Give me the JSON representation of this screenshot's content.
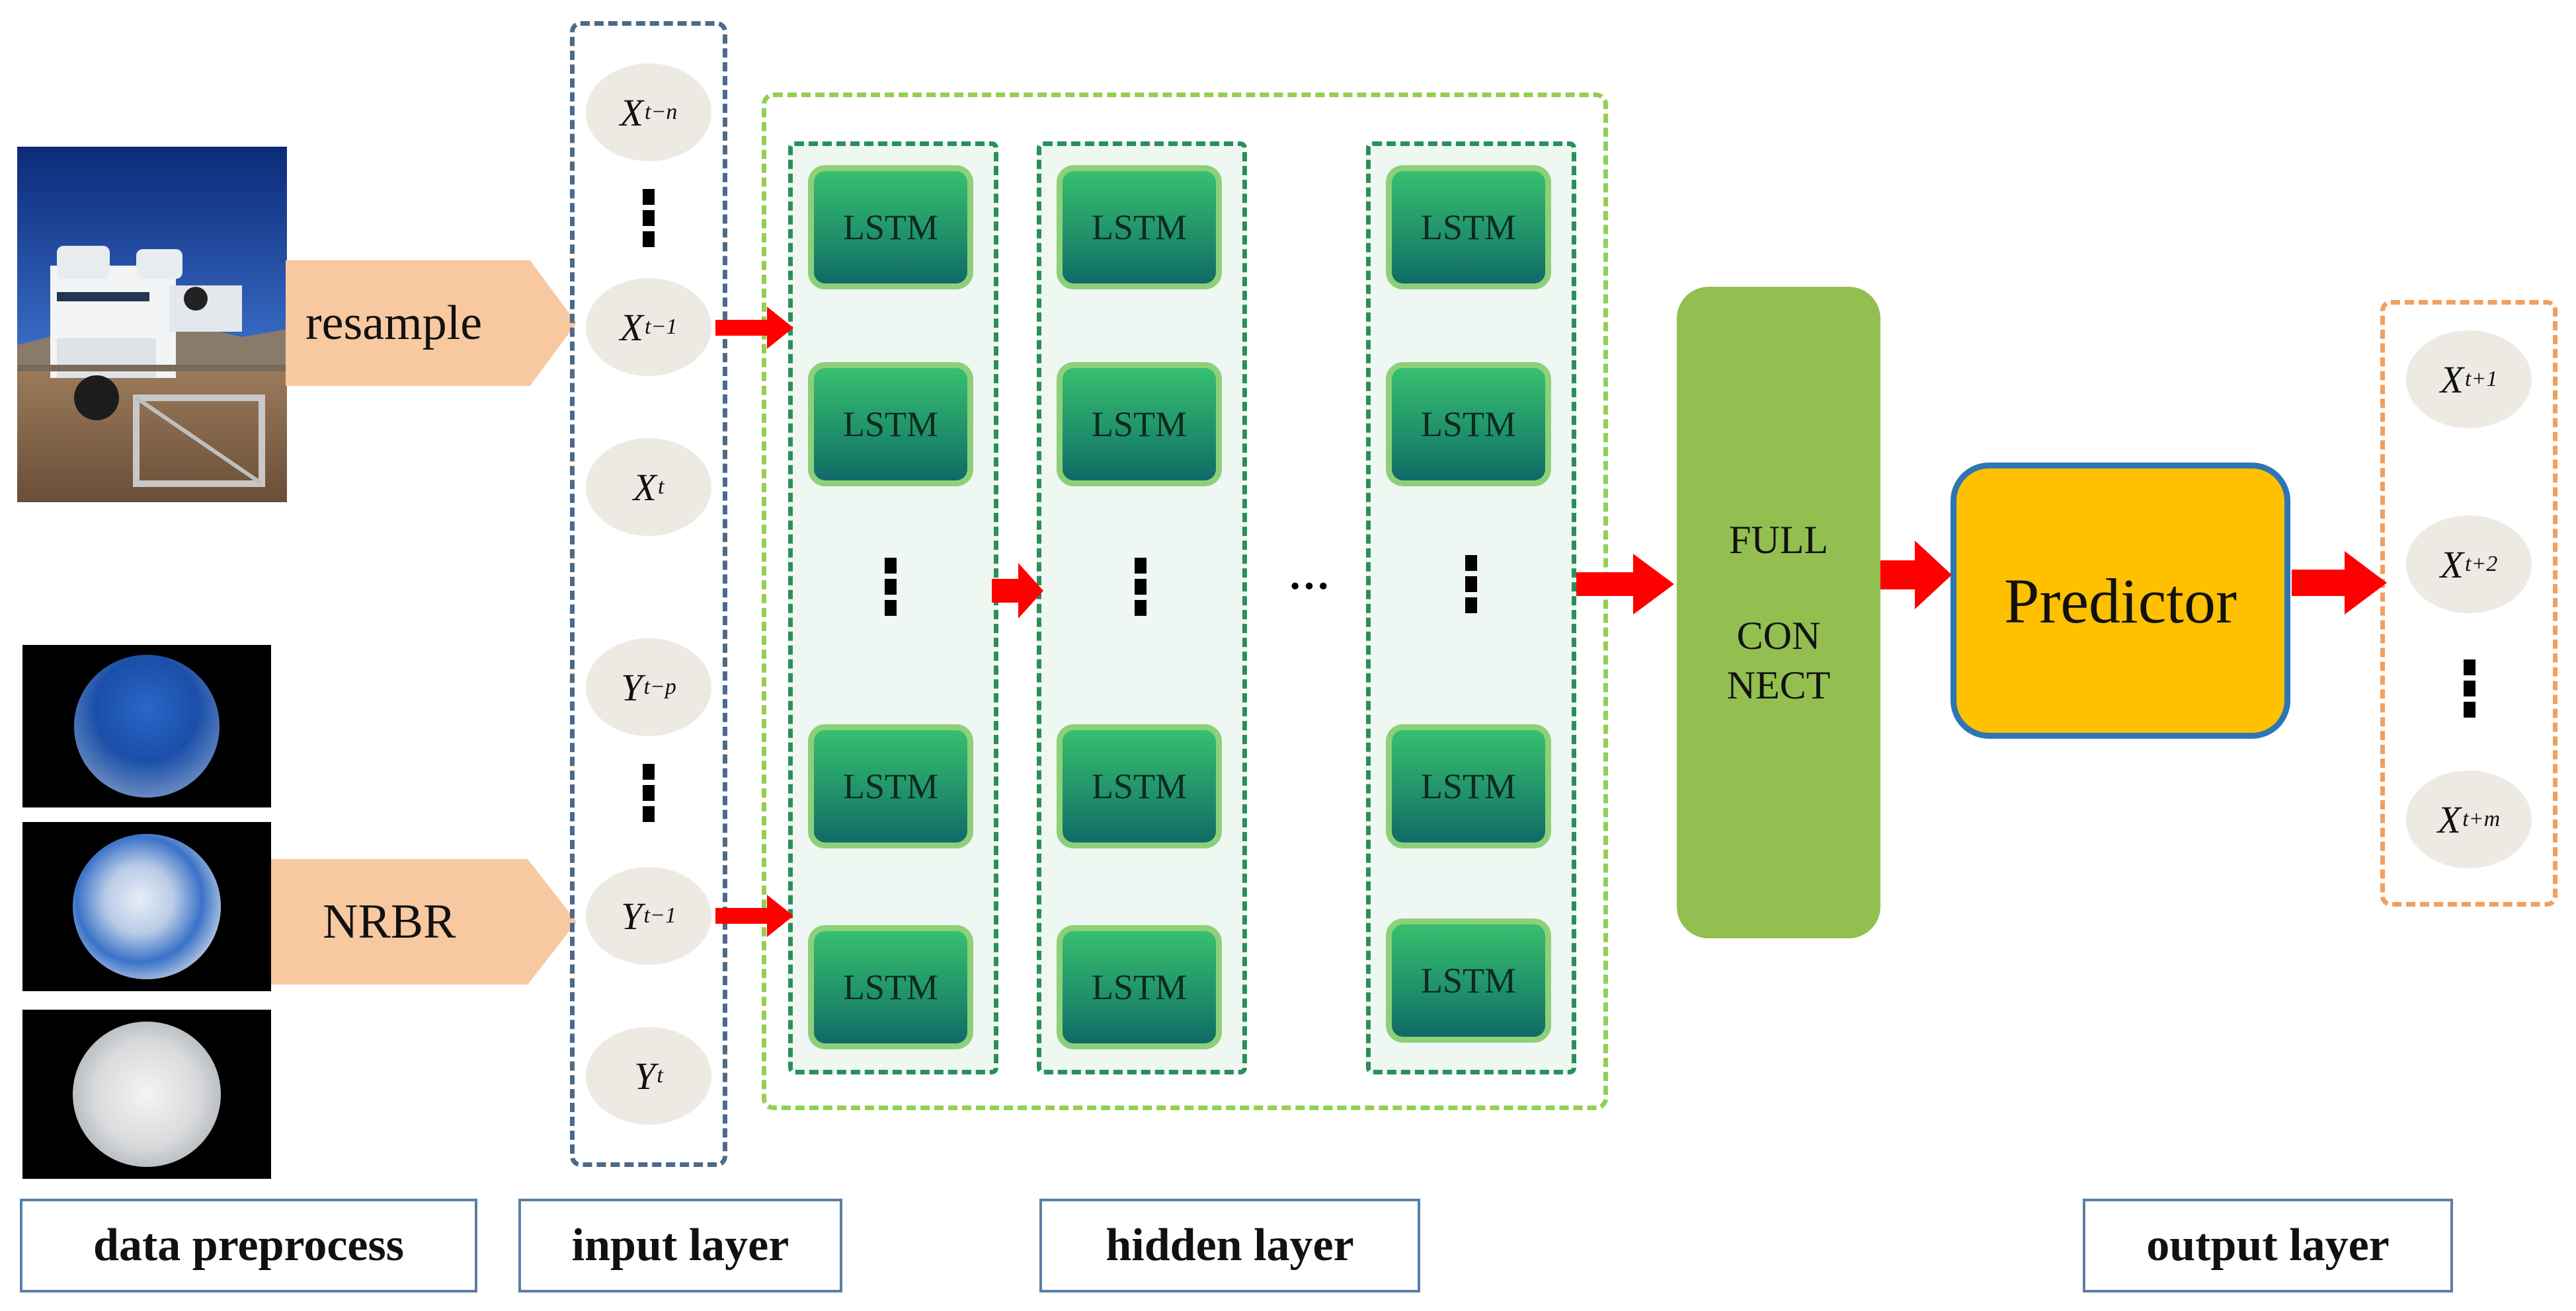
{
  "preprocess": {
    "resample_label": "resample",
    "nrbr_label": "NRBR"
  },
  "input_layer": {
    "nodes": [
      {
        "base": "X",
        "sub": "t−n"
      },
      {
        "base": "X",
        "sub": "t−1"
      },
      {
        "base": "X",
        "sub": "t"
      },
      {
        "base": "Y",
        "sub": "t−p"
      },
      {
        "base": "Y",
        "sub": "t−1"
      },
      {
        "base": "Y",
        "sub": "t"
      }
    ]
  },
  "hidden_layer": {
    "cell_label": "LSTM",
    "ellipsis": "···"
  },
  "full_connect": {
    "line1": "FULL",
    "line2": "CON",
    "line3": "NECT"
  },
  "predictor": {
    "label": "Predictor"
  },
  "output_layer": {
    "nodes": [
      {
        "base": "X",
        "sub": "t+1"
      },
      {
        "base": "X",
        "sub": "t+2"
      },
      {
        "base": "X",
        "sub": "t+m"
      }
    ]
  },
  "bottom_labels": {
    "data_preprocess": "data preprocess",
    "input_layer": "input layer",
    "hidden_layer": "hidden layer",
    "output_layer": "output layer"
  },
  "colors": {
    "input_border": "#4a6b8a",
    "hidden_outer_border": "#92d050",
    "hidden_column_border": "#2a8f5a",
    "lstm_fill": "#1f8f6a",
    "full_connect_fill": "#92bf50",
    "predictor_fill": "#ffc000",
    "predictor_border": "#2e75b6",
    "output_border": "#f0a060",
    "arrow": "#ff0000",
    "pentagon_fill": "#f8c8a0"
  }
}
